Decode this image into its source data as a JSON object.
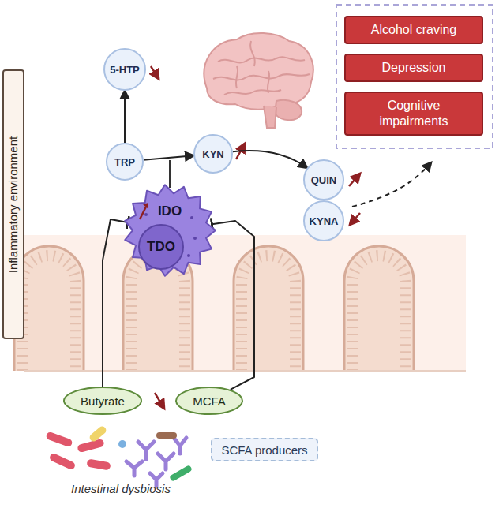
{
  "diagram": {
    "nodes": [
      {
        "text": [
          "Inflammatory environment"
        ]
      },
      {
        "text": [
          "5-HTP"
        ]
      },
      {
        "text": [
          "TRP"
        ]
      },
      {
        "text": [
          "KYN"
        ]
      },
      {
        "text": [
          "QUIN"
        ]
      },
      {
        "text": [
          "KYNA"
        ]
      },
      {
        "text": [
          "IDO"
        ]
      },
      {
        "text": [
          "TDO"
        ],
        "in": 6
      },
      {
        "text": [
          "Alcohol craving"
        ]
      },
      {
        "text": [
          "Depression"
        ]
      },
      {
        "text": [
          "Cognitive impairments"
        ]
      },
      {
        "text": [
          "Butyrate"
        ]
      },
      {
        "text": [
          "MCFA"
        ]
      },
      {
        "text": [
          "SCFA producers"
        ]
      }
    ],
    "edges": [
      {
        "from": 2,
        "to": 1,
        "arrow": "to"
      },
      {
        "from": 2,
        "to": 3,
        "arrow": "to"
      },
      {
        "from": 3,
        "to": 4,
        "arrow": "to"
      },
      {
        "from": 11,
        "to": 6,
        "arrow": "to"
      },
      {
        "from": 12,
        "to": 6,
        "arrow": "to"
      }
    ],
    "labels": [
      "Intestinal dysbiosis"
    ]
  }
}
